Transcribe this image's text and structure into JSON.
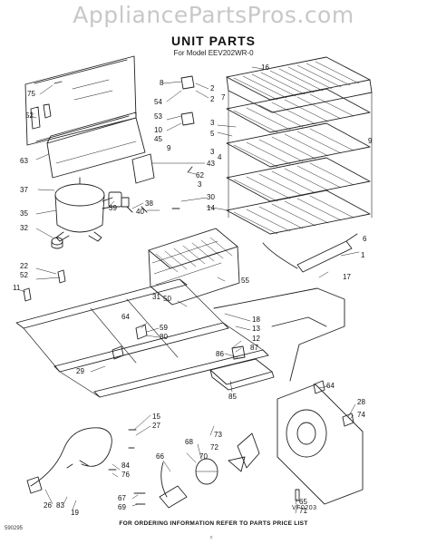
{
  "watermark": "AppliancePartsPros.com",
  "title": "UNIT PARTS",
  "subtitle": "For Model EEV202WR-0",
  "ref_code": "VF0203",
  "corner_code": "590295",
  "footer": "FOR ORDERING INFORMATION REFER TO PARTS PRICE LIST",
  "page_mark": "c",
  "callouts": [
    {
      "id": "c75",
      "label": "75"
    },
    {
      "id": "c52",
      "label": "52"
    },
    {
      "id": "c63",
      "label": "63"
    },
    {
      "id": "c37",
      "label": "37"
    },
    {
      "id": "c35",
      "label": "35"
    },
    {
      "id": "c32",
      "label": "32"
    },
    {
      "id": "c22",
      "label": "22"
    },
    {
      "id": "c52b",
      "label": "52"
    },
    {
      "id": "c11",
      "label": "11"
    },
    {
      "id": "c8",
      "label": "8"
    },
    {
      "id": "c54",
      "label": "54"
    },
    {
      "id": "c53",
      "label": "53"
    },
    {
      "id": "c10",
      "label": "10"
    },
    {
      "id": "c45",
      "label": "45"
    },
    {
      "id": "c9",
      "label": "9"
    },
    {
      "id": "c16",
      "label": "16"
    },
    {
      "id": "c2a",
      "label": "2"
    },
    {
      "id": "c7",
      "label": "7"
    },
    {
      "id": "c2b",
      "label": "2"
    },
    {
      "id": "c3a",
      "label": "3"
    },
    {
      "id": "c5",
      "label": "5"
    },
    {
      "id": "c3b",
      "label": "3"
    },
    {
      "id": "c4",
      "label": "4"
    },
    {
      "id": "c43",
      "label": "43"
    },
    {
      "id": "c62",
      "label": "62"
    },
    {
      "id": "c3c",
      "label": "3"
    },
    {
      "id": "c30",
      "label": "30"
    },
    {
      "id": "c14",
      "label": "14"
    },
    {
      "id": "c38",
      "label": "38"
    },
    {
      "id": "c40",
      "label": "40"
    },
    {
      "id": "c39",
      "label": "39"
    },
    {
      "id": "c9b",
      "label": "9"
    },
    {
      "id": "c6",
      "label": "6"
    },
    {
      "id": "c1",
      "label": "1"
    },
    {
      "id": "c17",
      "label": "17"
    },
    {
      "id": "c55",
      "label": "55"
    },
    {
      "id": "c31",
      "label": "31"
    },
    {
      "id": "c50",
      "label": "50"
    },
    {
      "id": "c64a",
      "label": "64"
    },
    {
      "id": "c59",
      "label": "59"
    },
    {
      "id": "c80",
      "label": "80"
    },
    {
      "id": "c18",
      "label": "18"
    },
    {
      "id": "c13",
      "label": "13"
    },
    {
      "id": "c12",
      "label": "12"
    },
    {
      "id": "c87",
      "label": "87"
    },
    {
      "id": "c86",
      "label": "86"
    },
    {
      "id": "c29",
      "label": "29"
    },
    {
      "id": "c85",
      "label": "85"
    },
    {
      "id": "c64b",
      "label": "64"
    },
    {
      "id": "c28",
      "label": "28"
    },
    {
      "id": "c74",
      "label": "74"
    },
    {
      "id": "c15",
      "label": "15"
    },
    {
      "id": "c27",
      "label": "27"
    },
    {
      "id": "c73",
      "label": "73"
    },
    {
      "id": "c72",
      "label": "72"
    },
    {
      "id": "c70",
      "label": "70"
    },
    {
      "id": "c68",
      "label": "68"
    },
    {
      "id": "c66",
      "label": "66"
    },
    {
      "id": "c84",
      "label": "84"
    },
    {
      "id": "c76",
      "label": "76"
    },
    {
      "id": "c26",
      "label": "26"
    },
    {
      "id": "c83",
      "label": "83"
    },
    {
      "id": "c19",
      "label": "19"
    },
    {
      "id": "c67",
      "label": "67"
    },
    {
      "id": "c69",
      "label": "69"
    },
    {
      "id": "c65",
      "label": "65"
    },
    {
      "id": "c71",
      "label": "71"
    }
  ]
}
